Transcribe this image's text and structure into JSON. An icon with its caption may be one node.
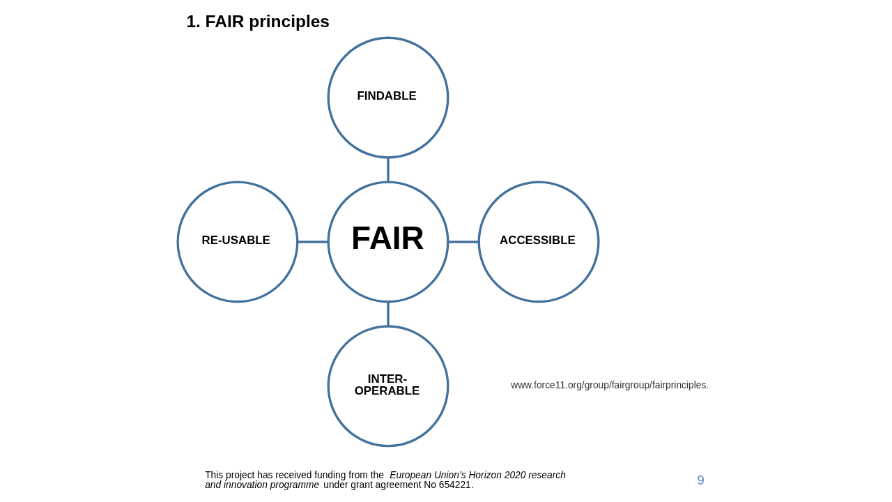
{
  "diagram": {
    "title": "1. FAIR principles",
    "nodes": [
      {
        "text": [
          "FINDABLE"
        ]
      },
      {
        "text": [
          "RE-USABLE"
        ]
      },
      {
        "text": [
          "FAIR"
        ]
      },
      {
        "text": [
          "ACCESSIBLE"
        ]
      },
      {
        "text": [
          "INTER- OPERABLE"
        ]
      }
    ],
    "edges": [
      {
        "from": 0,
        "to": 2,
        "arrow": "none"
      },
      {
        "from": 1,
        "to": 2,
        "arrow": "none"
      },
      {
        "from": 2,
        "to": 3,
        "arrow": "none"
      },
      {
        "from": 2,
        "to": 4,
        "arrow": "none"
      }
    ],
    "labels": [
      "www.force11.org/group/fairgroup/fairprinciples.",
      "This project has received funding from the *European Union’s Horizon 2020 research and innovation programme* under grant agreement No 654221.",
      "9"
    ]
  }
}
